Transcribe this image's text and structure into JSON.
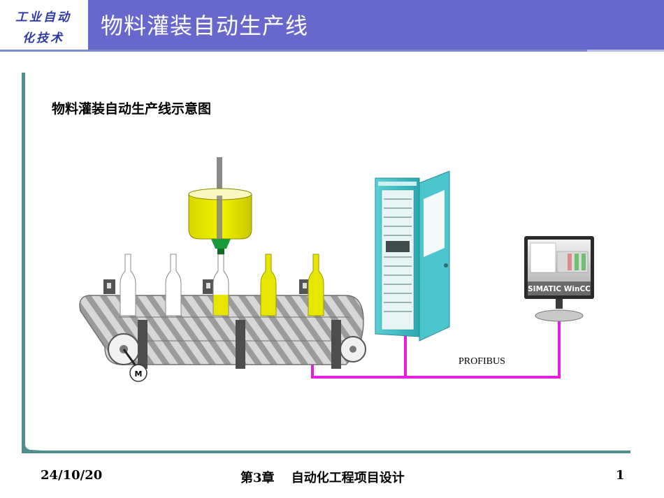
{
  "header": {
    "badge_line1": "工业自动",
    "badge_line2": "化技术",
    "title": "物料灌装自动生产线"
  },
  "diagram": {
    "title": "物料灌装自动生产线示意图",
    "motor_label": "M",
    "network_label": "PROFIBUS",
    "hmi_label": "SIMATIC WinCC",
    "bottles": [
      {
        "state": "empty"
      },
      {
        "state": "empty"
      },
      {
        "state": "filling"
      },
      {
        "state": "full"
      },
      {
        "state": "full"
      }
    ],
    "colors": {
      "liquid": "#e6e600",
      "network": "#e61fdc",
      "cabinet": "#3bbcc4",
      "header": "#6767cc"
    }
  },
  "footer": {
    "date": "24/10/20",
    "chapter": "第3章　 自动化工程项目设计",
    "page": "1"
  }
}
